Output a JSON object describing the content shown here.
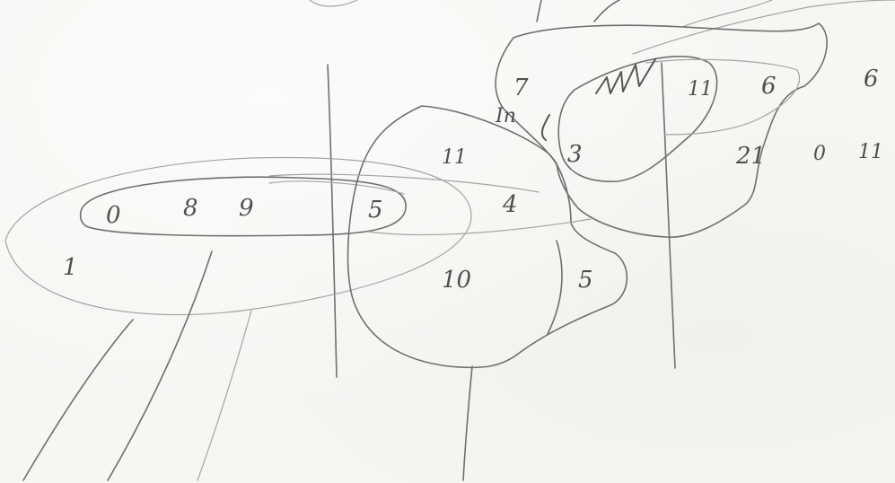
{
  "sketch": {
    "labels": {
      "far_left": "1",
      "left_a": "0",
      "left_b": "8",
      "left_c": "9",
      "shared_five": "5",
      "center_top": "11",
      "center_mid": "4",
      "center_bottom": "10",
      "bump_five": "5",
      "upper_seven": "7",
      "upper_in": "In",
      "upper_three": "3",
      "right_eleven": "11",
      "right_six": "6",
      "edge_six": "6",
      "right_twentyone": "21",
      "outside_zero": "0",
      "outside_eleven": "11"
    },
    "colors": {
      "paper": "#f6f6f3",
      "pencil": "#6f6f6f"
    }
  }
}
